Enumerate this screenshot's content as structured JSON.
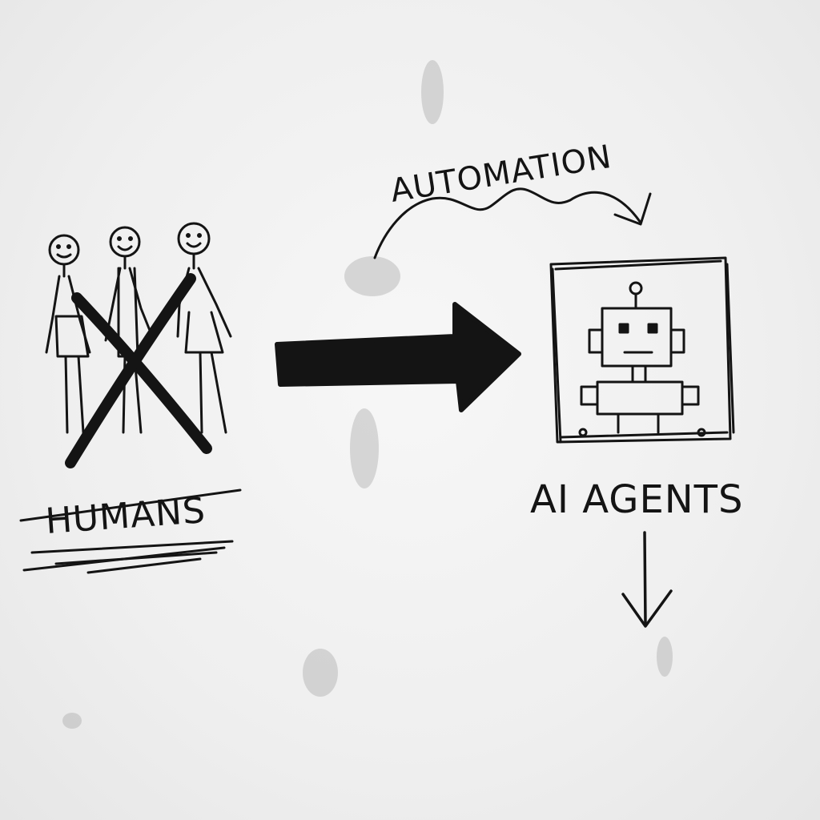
{
  "labels": {
    "automation": "AUTOMATION",
    "humans": "HUMANS",
    "ai_agents": "AI AGENTS"
  },
  "colors": {
    "ink": "#141414",
    "board": "#efefef"
  }
}
